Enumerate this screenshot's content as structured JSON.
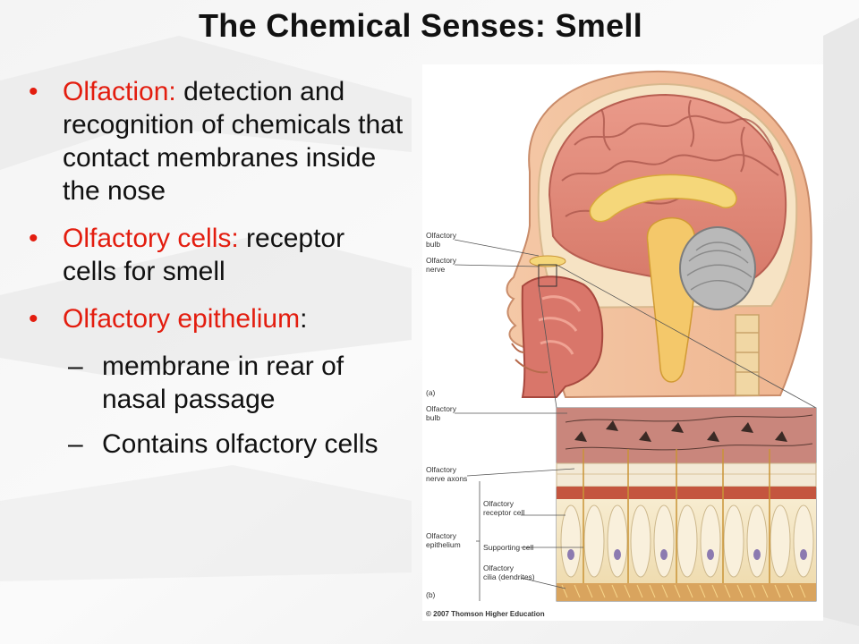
{
  "slide": {
    "title": "The Chemical Senses:  Smell",
    "bullets": [
      {
        "term": "Olfaction:",
        "text": " detection and recognition of chemicals that contact membranes inside the nose"
      },
      {
        "term": "Olfactory cells:",
        "text": " receptor cells for smell"
      },
      {
        "term": "Olfactory epithelium",
        "text": ":"
      }
    ],
    "sub_bullets": [
      {
        "dash": "–",
        "text": "membrane in rear of nasal passage"
      },
      {
        "dash": "–",
        "text": "Contains olfactory cells"
      }
    ]
  },
  "figure": {
    "panel_a_labels": {
      "bulb": [
        "Olfactory",
        "bulb"
      ],
      "nerve": [
        "Olfactory",
        "nerve"
      ],
      "tag": "(a)"
    },
    "panel_b_labels": {
      "bulb": [
        "Olfactory",
        "bulb"
      ],
      "axons": [
        "Olfactory",
        "nerve axons"
      ],
      "epithelium": [
        "Olfactory",
        "epithelium"
      ],
      "receptor": [
        "Olfactory",
        "receptor cell"
      ],
      "supporting": "Supporting cell",
      "cilia": [
        "Olfactory",
        "cilia (dendrites)"
      ],
      "tag": "(b)"
    },
    "copyright": "© 2007 Thomson Higher Education"
  },
  "colors": {
    "accent": "#e31d0f",
    "text": "#111111",
    "brain": "#e2887a",
    "nerve": "#f2c86a"
  }
}
